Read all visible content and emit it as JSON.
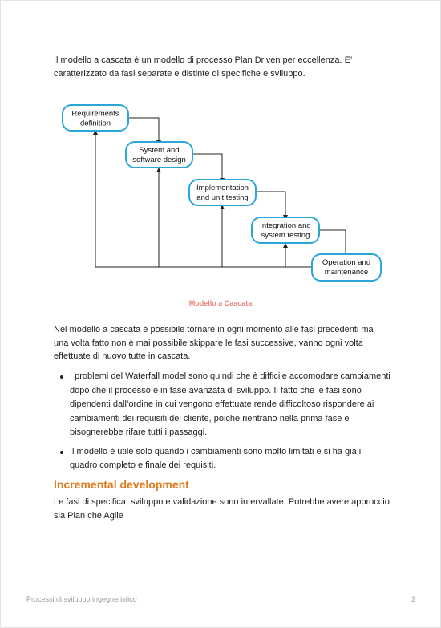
{
  "intro": "Il modello a cascata è un modello di processo Plan Driven per eccellenza. E’ caratterizzato da fasi separate e distinte di specifiche e sviluppo.",
  "diagram": {
    "stages": [
      {
        "line1": "Requirements",
        "line2": "definition"
      },
      {
        "line1": "System and",
        "line2": "software design"
      },
      {
        "line1": "Implementation",
        "line2": "and unit testing"
      },
      {
        "line1": "Integration and",
        "line2": "system testing"
      },
      {
        "line1": "Operation and",
        "line2": "maintenance"
      }
    ],
    "caption": "Modello a Cascata",
    "box_border_color": "#2aa6d8"
  },
  "body1": "Nel modello a cascata è possibile tornare in ogni momento alle fasi precedenti ma una volta fatto non è mai possibile skippare le fasi successive, vanno ogni volta effettuate di nuovo tutte in cascata.",
  "bullets": [
    "I problemi del Waterfall model sono quindi che è difficile accomodare cambiamenti dopo che il processo è in fase avanzata di sviluppo. Il fatto che le fasi sono dipendenti dall’ordine in cui vengono effettuate rende difficoltoso rispondere ai cambiamenti dei requisiti del cliente, poiché rientrano nella prima fase e bisognerebbe rifare tutti i passaggi.",
    "Il modello è utile solo quando i cambiamenti sono molto limitati e si ha gia il quadro completo e finale dei requisiti."
  ],
  "heading": "Incremental development",
  "closing": "Le fasi di specifica, sviluppo e validazione sono intervallate. Potrebbe avere approccio sia Plan che Agile",
  "footer": {
    "left": "Processi di sviluppo ingegneristico",
    "page_number": "2"
  },
  "colors": {
    "heading": "#e07b1f",
    "caption": "#e8847a"
  }
}
